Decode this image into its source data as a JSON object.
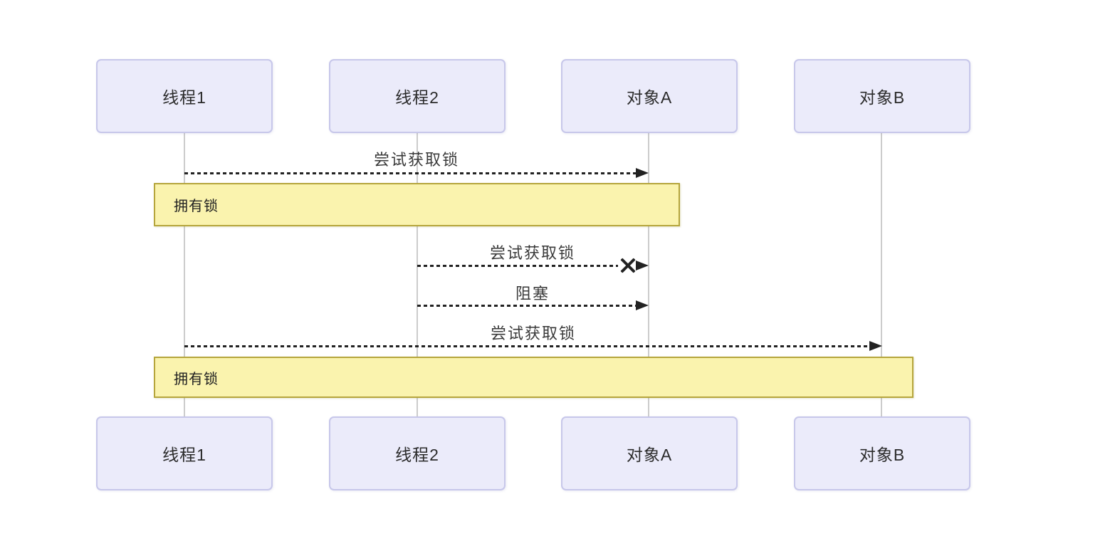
{
  "diagram": {
    "type": "sequence-diagram",
    "participants": [
      {
        "label": "线程1"
      },
      {
        "label": "线程2"
      },
      {
        "label": "对象A"
      },
      {
        "label": "对象B"
      }
    ],
    "messages": [
      {
        "label": "尝试获取锁",
        "from": "线程1",
        "to": "对象A",
        "line": "dashed",
        "result": "ok"
      },
      {
        "label": "尝试获取锁",
        "from": "线程2",
        "to": "对象A",
        "line": "dashed",
        "result": "failed"
      },
      {
        "label": "阻塞",
        "from": "线程2",
        "to": "对象A",
        "line": "dashed",
        "result": "ok"
      },
      {
        "label": "尝试获取锁",
        "from": "线程1",
        "to": "对象B",
        "line": "dashed",
        "result": "ok"
      }
    ],
    "notes": [
      {
        "label": "拥有锁",
        "spans": "线程1 → 对象A"
      },
      {
        "label": "拥有锁",
        "spans": "线程1 → 对象B"
      }
    ],
    "icons": {
      "fail_cross": "✕"
    },
    "colors": {
      "background": "#ffffff",
      "participant_fill": "#ebebfa",
      "participant_border": "#c7c7ea",
      "note_fill": "#faf3ae",
      "note_border": "#b5a53c",
      "lifeline": "#cccccc",
      "arrow": "#222222",
      "text": "#2b2b2b"
    }
  }
}
